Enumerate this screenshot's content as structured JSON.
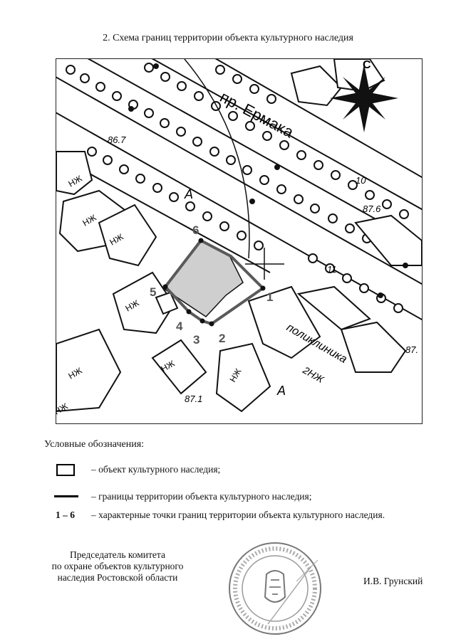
{
  "title": "2. Схема границ территории объекта культурного наследия",
  "map": {
    "street_label": "пр. Ермака",
    "north_label": "С",
    "bottom_right_label": "поликлиника",
    "bottom_right_sublabel": "2НЖ",
    "elevations": [
      "86.7",
      "87.6",
      "87.1",
      "87."
    ],
    "house_numbers": [
      "10",
      "11"
    ],
    "area_labels": [
      "А",
      "А"
    ],
    "building_labels": [
      "НЖ",
      "НЖ",
      "НЖ",
      "НЖ",
      "НЖ",
      "НЖ",
      "НЖ",
      "НЖ"
    ],
    "point_labels": [
      "1",
      "2",
      "3",
      "4",
      "5",
      "6"
    ],
    "boundary_color": "#5a5a5a",
    "fill_color": "#c9c9c9"
  },
  "legend": {
    "heading": "Условные обозначения:",
    "items": [
      {
        "symbol": "rect",
        "text": "– объект культурного наследия;"
      },
      {
        "symbol": "line",
        "text": "– границы территории объекта культурного наследия;"
      },
      {
        "symbol": "1 – 6",
        "text": "– характерные точки границ территории объекта культурного наследия."
      }
    ]
  },
  "signature": {
    "position_lines": [
      "Председатель комитета",
      "по охране объектов культурного",
      "наследия Ростовской области"
    ],
    "name": "И.В. Грунский"
  }
}
